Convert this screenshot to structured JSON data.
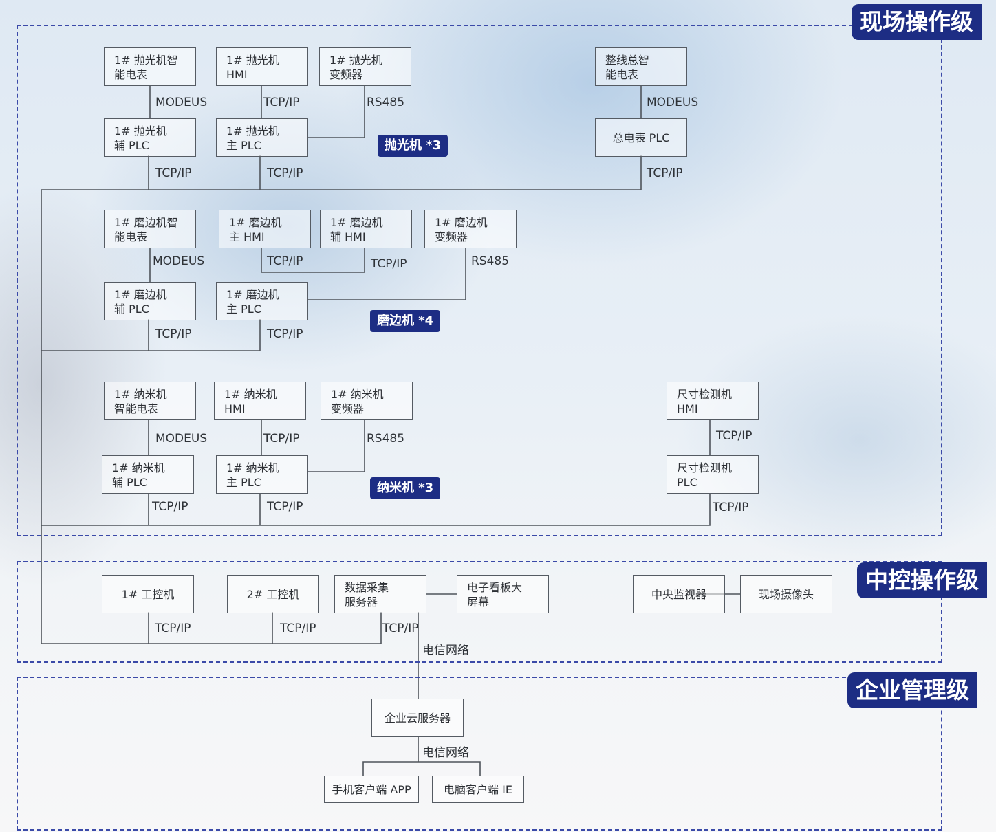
{
  "zones": {
    "field": "现场操作级",
    "control": "中控操作级",
    "enterprise": "企业管理级"
  },
  "polish": {
    "meter": "1# 抛光机智\n能电表",
    "hmi": "1# 抛光机\nHMI",
    "vfd": "1# 抛光机\n变频器",
    "aux_plc": "1# 抛光机\n辅 PLC",
    "main_plc": "1# 抛光机\n主 PLC",
    "tag": "抛光机 *3",
    "l_modeus": "MODEUS",
    "l_tcp_hmi": "TCP/IP",
    "l_rs485": "RS485",
    "l_aux_tcp": "TCP/IP",
    "l_main_tcp": "TCP/IP"
  },
  "line": {
    "meter": "整线总智\n能电表",
    "plc": "总电表 PLC",
    "l_modeus": "MODEUS",
    "l_tcp": "TCP/IP"
  },
  "edge": {
    "meter": "1# 磨边机智\n能电表",
    "main_hmi": "1# 磨边机\n主 HMI",
    "aux_hmi": "1# 磨边机\n辅 HMI",
    "vfd": "1# 磨边机\n变频器",
    "aux_plc": "1# 磨边机\n辅 PLC",
    "main_plc": "1# 磨边机\n主 PLC",
    "tag": "磨边机 *4",
    "l_modeus": "MODEUS",
    "l_tcp_main_hmi": "TCP/IP",
    "l_tcp_aux_hmi": "TCP/IP",
    "l_rs485": "RS485",
    "l_aux_tcp": "TCP/IP",
    "l_main_tcp": "TCP/IP"
  },
  "nano": {
    "meter": "1# 纳米机\n智能电表",
    "hmi": "1# 纳米机\nHMI",
    "vfd": "1# 纳米机\n变频器",
    "aux_plc": "1# 纳米机\n辅 PLC",
    "main_plc": "1# 纳米机\n主 PLC",
    "tag": "纳米机 *3",
    "l_modeus": "MODEUS",
    "l_tcp_hmi": "TCP/IP",
    "l_rs485": "RS485",
    "l_aux_tcp": "TCP/IP",
    "l_main_tcp": "TCP/IP"
  },
  "size": {
    "hmi": "尺寸检测机\nHMI",
    "plc": "尺寸检测机\nPLC",
    "l_tcp_hmi": "TCP/IP",
    "l_tcp_plc": "TCP/IP"
  },
  "control": {
    "ipc1": "1# 工控机",
    "ipc2": "2# 工控机",
    "daq": "数据采集\n服务器",
    "board": "电子看板大\n屏幕",
    "monitor": "中央监视器",
    "camera": "现场摄像头",
    "l_ipc1": "TCP/IP",
    "l_ipc2": "TCP/IP",
    "l_daq": "TCP/IP",
    "l_net": "电信网络"
  },
  "enterprise": {
    "cloud": "企业云服务器",
    "mobile": "手机客户端 APP",
    "pc": "电脑客户端 IE",
    "l_net": "电信网络"
  }
}
